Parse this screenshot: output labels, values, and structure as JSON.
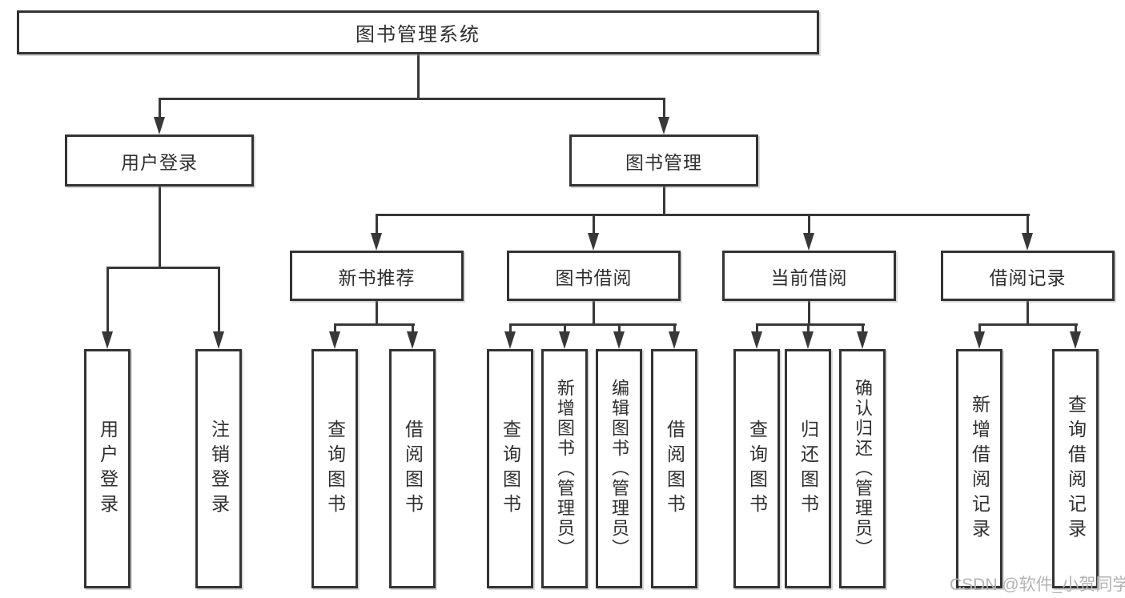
{
  "colors": {
    "line": "#383838",
    "box_border": "#333333",
    "text": "#2f2f2f",
    "background": "#ffffff",
    "watermark": "#b3b3b3"
  },
  "nodes": {
    "root": {
      "label": "图书管理系统"
    },
    "user_login": {
      "label": "用户登录"
    },
    "book_mgmt": {
      "label": "图书管理"
    },
    "new_books": {
      "label": "新书推荐"
    },
    "borrowing": {
      "label": "图书借阅"
    },
    "current": {
      "label": "当前借阅"
    },
    "records": {
      "label": "借阅记录"
    },
    "leaves": {
      "user_login": {
        "label": "用户登录"
      },
      "logout": {
        "label": "注销登录"
      },
      "nb_query": {
        "label": "查询图书"
      },
      "nb_borrow": {
        "label": "借阅图书"
      },
      "bb_query": {
        "label": "查询图书"
      },
      "bb_add": {
        "label": "新增图书（管理员）"
      },
      "bb_edit": {
        "label": "编辑图书（管理员）"
      },
      "bb_borrow": {
        "label": "借阅图书"
      },
      "cb_query": {
        "label": "查询图书"
      },
      "cb_return": {
        "label": "归还图书"
      },
      "cb_confirm": {
        "label": "确认归还（管理员）"
      },
      "br_add": {
        "label": "新增借阅记录"
      },
      "br_query": {
        "label": "查询借阅记录"
      }
    }
  },
  "watermark": {
    "text": "CSDN @软件_小贺同学"
  }
}
